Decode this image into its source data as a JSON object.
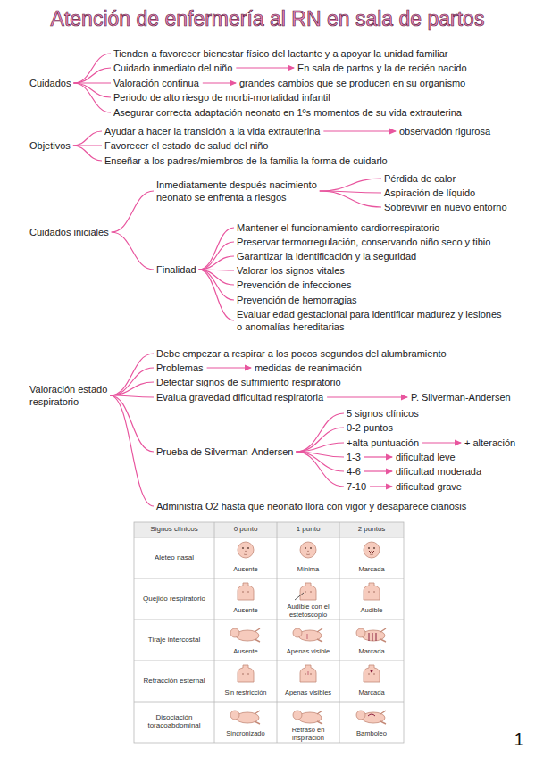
{
  "diagram": {
    "title": "Atención de enfermería al RN en sala de partos",
    "nodes": [
      {
        "text": [
          "Cuidados"
        ]
      },
      {
        "text": [
          "Tienden a favorecer bienestar físico del lactante y a apoyar la unidad familiar"
        ]
      },
      {
        "text": [
          "Cuidado inmediato del niño"
        ]
      },
      {
        "text": [
          "En sala de partos y la de recién nacido"
        ]
      },
      {
        "text": [
          "Valoración continua"
        ]
      },
      {
        "text": [
          "grandes cambios que se producen en su organismo"
        ]
      },
      {
        "text": [
          "Periodo de alto riesgo de morbi-mortalidad infantil"
        ]
      },
      {
        "text": [
          "Asegurar correcta adaptación neonato en 1ºs momentos de su vida extrauterina"
        ]
      },
      {
        "text": [
          "Objetivos"
        ]
      },
      {
        "text": [
          "Ayudar a hacer la transición a la vida extrauterina"
        ]
      },
      {
        "text": [
          "observación rigurosa"
        ]
      },
      {
        "text": [
          "Favorecer el estado de salud del niño"
        ]
      },
      {
        "text": [
          "Enseñar a los padres/miembros de la familia la forma de cuidarlo"
        ]
      },
      {
        "text": [
          "Cuidados iniciales"
        ]
      },
      {
        "text": [
          "Inmediatamente después nacimiento neonato se enfrenta a riesgos"
        ]
      },
      {
        "text": [
          "Pérdida de calor"
        ]
      },
      {
        "text": [
          "Aspiración de líquido"
        ]
      },
      {
        "text": [
          "Sobrevivir en nuevo entorno"
        ]
      },
      {
        "text": [
          "Finalidad"
        ]
      },
      {
        "text": [
          "Mantener el funcionamiento cardiorrespiratorio"
        ]
      },
      {
        "text": [
          "Preservar termorregulación, conservando niño seco y tibio"
        ]
      },
      {
        "text": [
          "Garantizar la identificación y la seguridad"
        ]
      },
      {
        "text": [
          "Valorar los signos vitales"
        ]
      },
      {
        "text": [
          "Prevención de infecciones"
        ]
      },
      {
        "text": [
          "Prevención de hemorragias"
        ]
      },
      {
        "text": [
          "Evaluar edad gestacional para identificar madurez y lesiones o anomalías hereditarias"
        ]
      },
      {
        "text": [
          "Valoración estado respiratorio"
        ]
      },
      {
        "text": [
          "Debe empezar a respirar a los pocos segundos del alumbramiento"
        ]
      },
      {
        "text": [
          "Problemas"
        ]
      },
      {
        "text": [
          "medidas de reanimación"
        ]
      },
      {
        "text": [
          "Detectar signos de sufrimiento respiratorio"
        ]
      },
      {
        "text": [
          "Evalua gravedad dificultad respiratoria"
        ]
      },
      {
        "text": [
          "P. Silverman-Andersen"
        ]
      },
      {
        "text": [
          "Prueba de Silverman-Andersen"
        ]
      },
      {
        "text": [
          "5 signos clínicos"
        ]
      },
      {
        "text": [
          "0-2 puntos"
        ]
      },
      {
        "text": [
          "+alta puntuación"
        ]
      },
      {
        "text": [
          "+ alteración"
        ]
      },
      {
        "text": [
          "1-3"
        ]
      },
      {
        "text": [
          "dificultad leve"
        ]
      },
      {
        "text": [
          "4-6"
        ]
      },
      {
        "text": [
          "dificultad moderada"
        ]
      },
      {
        "text": [
          "7-10"
        ]
      },
      {
        "text": [
          "dificultad grave"
        ]
      },
      {
        "text": [
          "Administra O2 hasta que neonato llora con vigor y desaparece cianosis"
        ]
      }
    ],
    "edges": [
      {
        "from": 0,
        "to": 1,
        "arrow": "none"
      },
      {
        "from": 0,
        "to": 2,
        "arrow": "none"
      },
      {
        "from": 0,
        "to": 4,
        "arrow": "none"
      },
      {
        "from": 0,
        "to": 6,
        "arrow": "none"
      },
      {
        "from": 0,
        "to": 7,
        "arrow": "none"
      },
      {
        "from": 2,
        "to": 3,
        "arrow": "to"
      },
      {
        "from": 4,
        "to": 5,
        "arrow": "to"
      },
      {
        "from": 8,
        "to": 9,
        "arrow": "none"
      },
      {
        "from": 8,
        "to": 11,
        "arrow": "none"
      },
      {
        "from": 8,
        "to": 12,
        "arrow": "none"
      },
      {
        "from": 9,
        "to": 10,
        "arrow": "to"
      },
      {
        "from": 13,
        "to": 14,
        "arrow": "none"
      },
      {
        "from": 13,
        "to": 18,
        "arrow": "none"
      },
      {
        "from": 14,
        "to": 15,
        "arrow": "none"
      },
      {
        "from": 14,
        "to": 16,
        "arrow": "none"
      },
      {
        "from": 14,
        "to": 17,
        "arrow": "none"
      },
      {
        "from": 18,
        "to": 19,
        "arrow": "none"
      },
      {
        "from": 18,
        "to": 20,
        "arrow": "none"
      },
      {
        "from": 18,
        "to": 21,
        "arrow": "none"
      },
      {
        "from": 18,
        "to": 22,
        "arrow": "none"
      },
      {
        "from": 18,
        "to": 23,
        "arrow": "none"
      },
      {
        "from": 18,
        "to": 24,
        "arrow": "none"
      },
      {
        "from": 18,
        "to": 25,
        "arrow": "none"
      },
      {
        "from": 26,
        "to": 27,
        "arrow": "none"
      },
      {
        "from": 26,
        "to": 28,
        "arrow": "none"
      },
      {
        "from": 26,
        "to": 30,
        "arrow": "none"
      },
      {
        "from": 26,
        "to": 31,
        "arrow": "none"
      },
      {
        "from": 26,
        "to": 33,
        "arrow": "none"
      },
      {
        "from": 26,
        "to": 44,
        "arrow": "none"
      },
      {
        "from": 28,
        "to": 29,
        "arrow": "to"
      },
      {
        "from": 31,
        "to": 32,
        "arrow": "to"
      },
      {
        "from": 33,
        "to": 34,
        "arrow": "none"
      },
      {
        "from": 33,
        "to": 35,
        "arrow": "none"
      },
      {
        "from": 33,
        "to": 36,
        "arrow": "none"
      },
      {
        "from": 33,
        "to": 38,
        "arrow": "none"
      },
      {
        "from": 33,
        "to": 40,
        "arrow": "none"
      },
      {
        "from": 33,
        "to": 42,
        "arrow": "none"
      },
      {
        "from": 36,
        "to": 37,
        "arrow": "to"
      },
      {
        "from": 38,
        "to": 39,
        "arrow": "to"
      },
      {
        "from": 40,
        "to": 41,
        "arrow": "to"
      },
      {
        "from": 42,
        "to": 43,
        "arrow": "to"
      }
    ],
    "labels": [
      "Signos clínicos",
      "0 punto",
      "1 punto",
      "2 puntos",
      "Aleteo nasal",
      "Ausente",
      "Mínima",
      "Marcada",
      "Quejido respiratorio",
      "Ausente",
      "Audible con el estetoscopio",
      "Audible",
      "Tiraje intercostal",
      "Ausente",
      "Apenas visible",
      "Marcada",
      "Retracción esternal",
      "Sin restricción",
      "Apenas visibles",
      "Marcada",
      "Disociación toracoabdominal",
      "Sincronizado",
      "Retraso en inspiración",
      "Bamboleo",
      "1"
    ]
  }
}
